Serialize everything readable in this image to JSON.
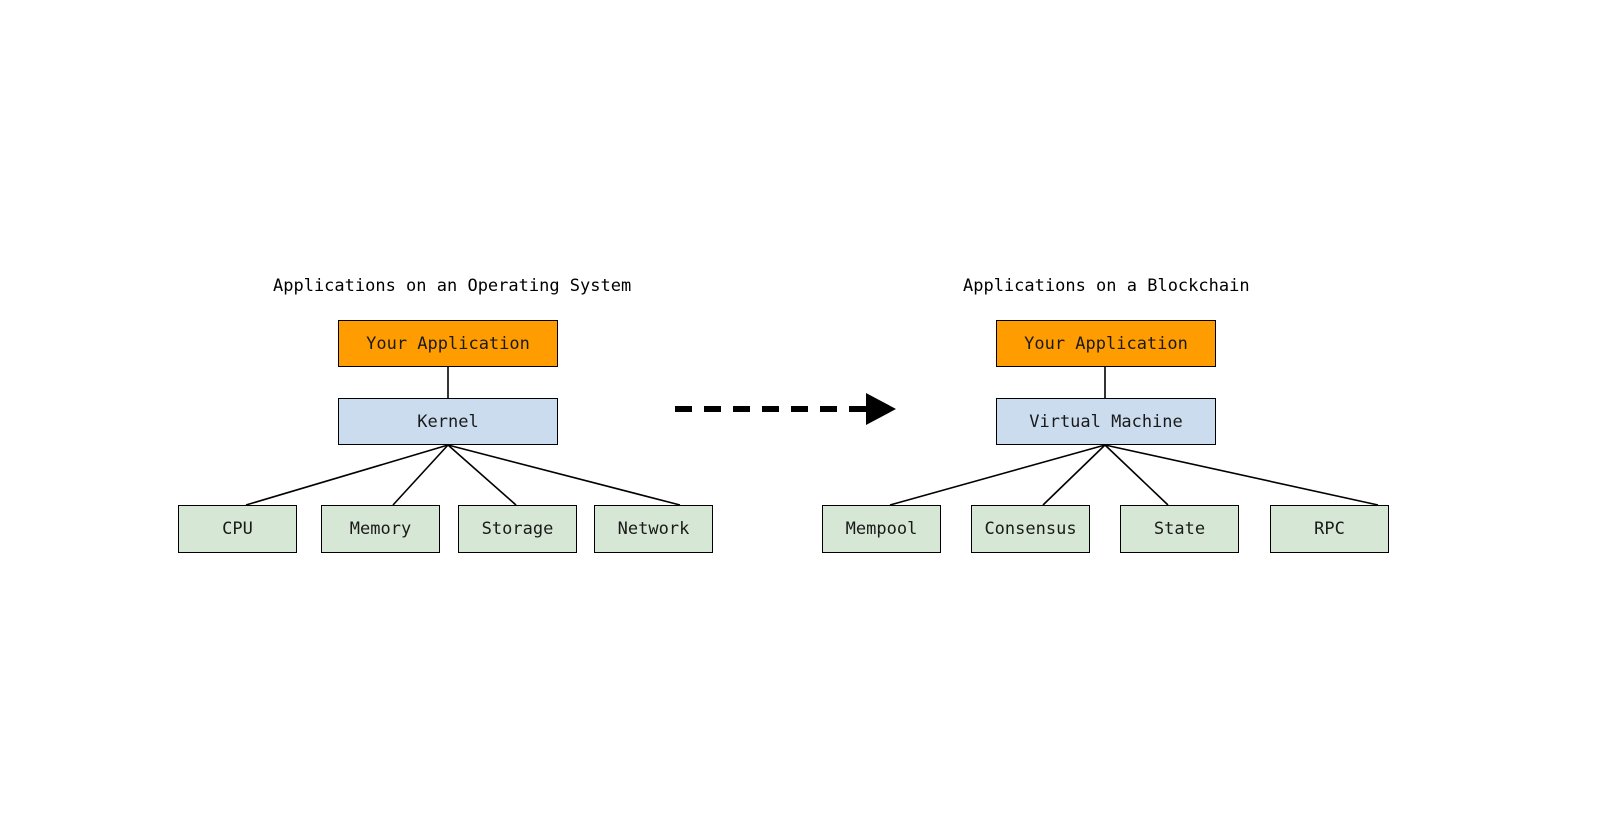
{
  "diagram": {
    "title_left": "Applications on an Operating System",
    "title_right": "Applications on a Blockchain",
    "colors": {
      "application": "#ff9d00",
      "platform": "#cbdcef",
      "resource": "#d6e8d5",
      "stroke": "#000000",
      "background": "#ffffff",
      "text": "#1a1a1a"
    },
    "left": {
      "title": "Applications on an Operating System",
      "application": {
        "label": "Your Application"
      },
      "platform": {
        "label": "Kernel"
      },
      "resources": [
        {
          "label": "CPU"
        },
        {
          "label": "Memory"
        },
        {
          "label": "Storage"
        },
        {
          "label": "Network"
        }
      ]
    },
    "right": {
      "title": "Applications on a Blockchain",
      "application": {
        "label": "Your Application"
      },
      "platform": {
        "label": "Virtual Machine"
      },
      "resources": [
        {
          "label": "Mempool"
        },
        {
          "label": "Consensus"
        },
        {
          "label": "State"
        },
        {
          "label": "RPC"
        }
      ]
    },
    "transition_arrow": {
      "style": "dashed",
      "direction": "left-to-right",
      "label": ""
    }
  }
}
